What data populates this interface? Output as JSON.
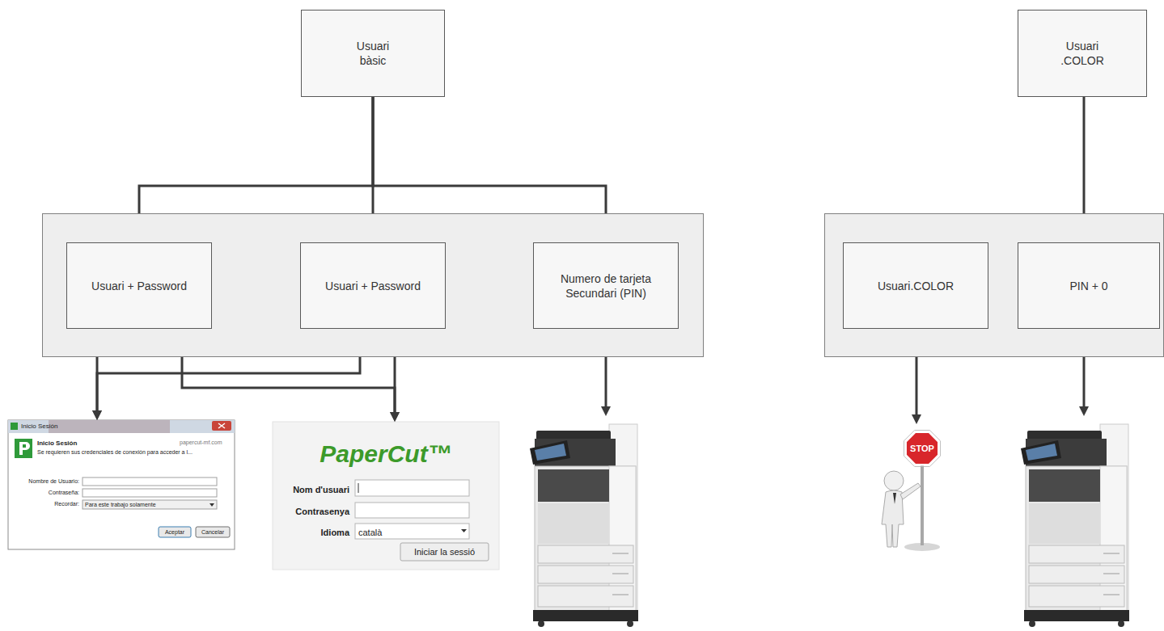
{
  "diagram": {
    "nodes": [
      {
        "text": [
          "Usuari bàsic"
        ]
      },
      {
        "text": []
      },
      {
        "text": [
          "Usuari + Password"
        ],
        "in": 1
      },
      {
        "text": [
          "Usuari + Password"
        ],
        "in": 1
      },
      {
        "text": [
          "Numero de tarjeta Secundari (PIN)"
        ],
        "in": 1
      },
      {
        "text": [
          "Inicio Sesión",
          "Inicio Sesión",
          "papercut-mf.com",
          "Se requieren sus credenciales de conexión para acceder a l...",
          "Nombre de Usuario:",
          "Contraseña:",
          "Recordar:",
          "Para este trabajo solamente",
          "Aceptar",
          "Cancelar"
        ]
      },
      {
        "text": [
          "PaperCut™",
          "Nom d'usuari",
          "Contrasenya",
          "Idioma",
          "català",
          "Iniciar la sessió"
        ]
      },
      {
        "text": []
      },
      {
        "text": [
          "Usuari .COLOR"
        ]
      },
      {
        "text": []
      },
      {
        "text": [
          "Usuari.COLOR"
        ],
        "in": 9
      },
      {
        "text": [
          "PIN + 0"
        ],
        "in": 9
      },
      {
        "text": [
          "STOP"
        ]
      },
      {
        "text": []
      }
    ],
    "edges": [
      {
        "from": 0,
        "to": 2,
        "arrow": "to"
      },
      {
        "from": 0,
        "to": 3,
        "arrow": "to"
      },
      {
        "from": 0,
        "to": 4,
        "arrow": "to"
      },
      {
        "from": 2,
        "to": 5,
        "arrow": "to"
      },
      {
        "from": 2,
        "to": 6,
        "arrow": "to"
      },
      {
        "from": 3,
        "to": 5,
        "arrow": "to"
      },
      {
        "from": 3,
        "to": 6,
        "arrow": "to"
      },
      {
        "from": 4,
        "to": 7,
        "arrow": "to"
      },
      {
        "from": 8,
        "to": 11,
        "arrow": "to"
      },
      {
        "from": 10,
        "to": 12,
        "arrow": "to"
      },
      {
        "from": 11,
        "to": 13,
        "arrow": "to"
      }
    ]
  }
}
